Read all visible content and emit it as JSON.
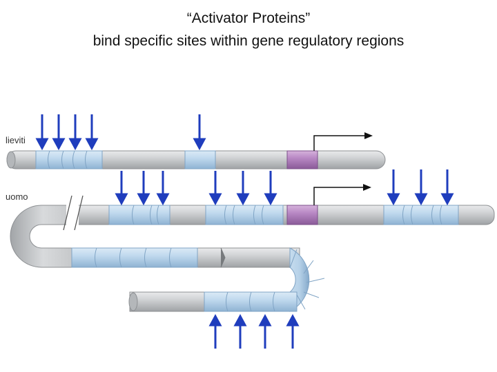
{
  "title": {
    "line1": "“Activator Proteins”",
    "line2": "bind specific sites within gene regulatory regions"
  },
  "labels": {
    "yeast": "lieviti",
    "human": "uomo"
  },
  "colors": {
    "dna_tube": "#c9cbcd",
    "binding_site": "#bfd9ee",
    "promoter": "#b07bc0",
    "arrow": "#1f3dbd",
    "transcription_arrow": "#111111"
  }
}
